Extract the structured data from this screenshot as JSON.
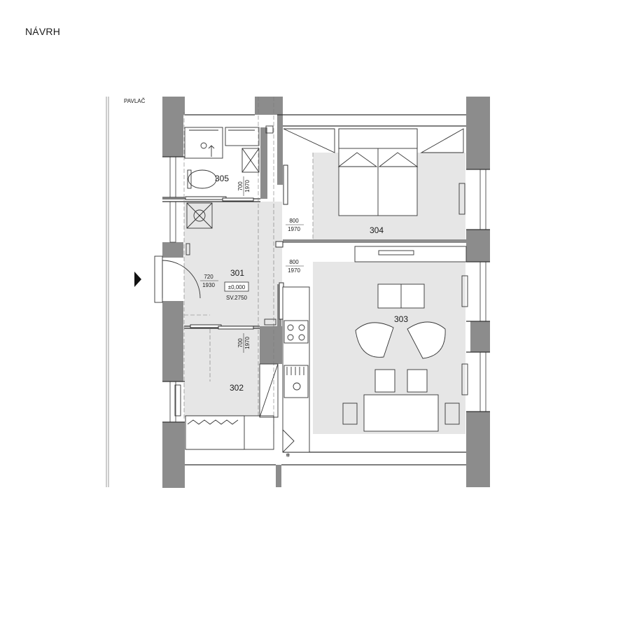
{
  "title": "NÁVRH",
  "corridor_label": "PAVLAČ",
  "rooms": {
    "r301": "301",
    "r302": "302",
    "r303": "303",
    "r304": "304",
    "r305": "305"
  },
  "level": {
    "elevation": "±0,000",
    "clear_height": "SV.2750"
  },
  "doors": {
    "entry": {
      "w": "720",
      "h": "1930"
    },
    "d305": {
      "w": "700",
      "h": "1970"
    },
    "d302": {
      "w": "700",
      "h": "1970"
    },
    "d304": {
      "w": "800",
      "h": "1970"
    },
    "d303": {
      "w": "800",
      "h": "1970"
    }
  },
  "colors": {
    "wall": "#8c8c8c",
    "floor": "#e6e6e6",
    "line": "#333333"
  }
}
